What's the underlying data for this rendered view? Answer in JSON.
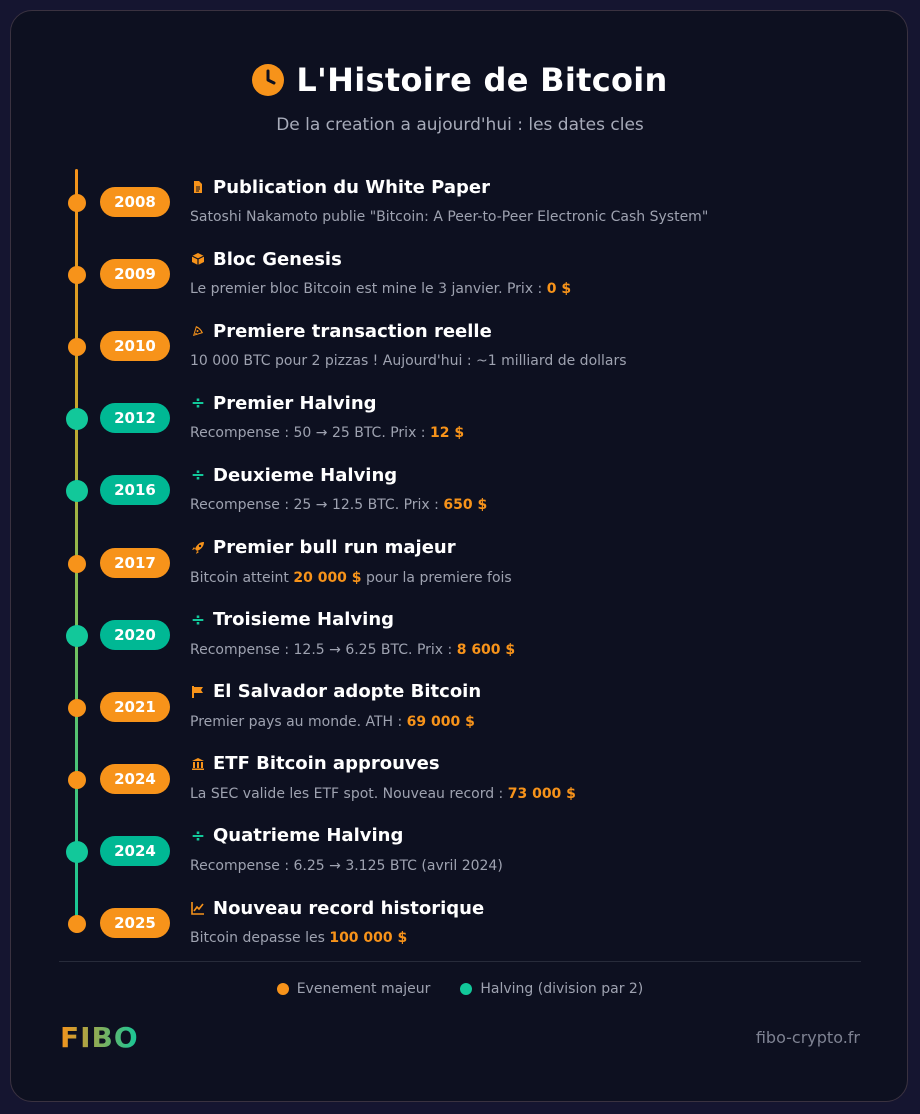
{
  "header": {
    "icon": "clock-icon",
    "title": "L'Histoire de Bitcoin",
    "subtitle": "De la creation a aujourd'hui : les dates cles"
  },
  "colors": {
    "major": "#f7931a",
    "halving": "#12c89a",
    "background": "#0d1020"
  },
  "events": [
    {
      "year": "2008",
      "kind": "major",
      "icon": "document-icon",
      "title": "Publication du White Paper",
      "desc": "Satoshi Nakamoto publie \"Bitcoin: A Peer-to-Peer Electronic Cash System\"",
      "highlight": "",
      "desc_after": ""
    },
    {
      "year": "2009",
      "kind": "major",
      "icon": "cube-icon",
      "title": "Bloc Genesis",
      "desc": "Le premier bloc Bitcoin est mine le 3 janvier. Prix : ",
      "highlight": "0 $",
      "desc_after": ""
    },
    {
      "year": "2010",
      "kind": "major",
      "icon": "pizza-icon",
      "title": "Premiere transaction reelle",
      "desc": "10 000 BTC pour 2 pizzas ! Aujourd'hui : ~1 milliard de dollars",
      "highlight": "",
      "desc_after": ""
    },
    {
      "year": "2012",
      "kind": "halving",
      "icon": "divide-icon",
      "title": "Premier Halving",
      "desc": "Recompense : 50 → 25 BTC. Prix : ",
      "highlight": "12 $",
      "desc_after": ""
    },
    {
      "year": "2016",
      "kind": "halving",
      "icon": "divide-icon",
      "title": "Deuxieme Halving",
      "desc": "Recompense : 25 → 12.5 BTC. Prix : ",
      "highlight": "650 $",
      "desc_after": ""
    },
    {
      "year": "2017",
      "kind": "major",
      "icon": "rocket-icon",
      "title": "Premier bull run majeur",
      "desc": "Bitcoin atteint ",
      "highlight": "20 000 $",
      "desc_after": " pour la premiere fois"
    },
    {
      "year": "2020",
      "kind": "halving",
      "icon": "divide-icon",
      "title": "Troisieme Halving",
      "desc": "Recompense : 12.5 → 6.25 BTC. Prix : ",
      "highlight": "8 600 $",
      "desc_after": ""
    },
    {
      "year": "2021",
      "kind": "major",
      "icon": "flag-icon",
      "title": "El Salvador adopte Bitcoin",
      "desc": "Premier pays au monde. ATH : ",
      "highlight": "69 000 $",
      "desc_after": ""
    },
    {
      "year": "2024",
      "kind": "major",
      "icon": "bank-icon",
      "title": "ETF Bitcoin approuves",
      "desc": "La SEC valide les ETF spot. Nouveau record : ",
      "highlight": "73 000 $",
      "desc_after": ""
    },
    {
      "year": "2024",
      "kind": "halving",
      "icon": "divide-icon",
      "title": "Quatrieme Halving",
      "desc": "Recompense : 6.25 → 3.125 BTC (avril 2024)",
      "highlight": "",
      "desc_after": ""
    },
    {
      "year": "2025",
      "kind": "major",
      "icon": "chart-line-icon",
      "title": "Nouveau record historique",
      "desc": "Bitcoin depasse les ",
      "highlight": "100 000 $",
      "desc_after": ""
    }
  ],
  "legend": {
    "major_label": "Evenement majeur",
    "halving_label": "Halving (division par 2)"
  },
  "footer": {
    "brand": "FIBO",
    "site": "fibo-crypto.fr"
  }
}
